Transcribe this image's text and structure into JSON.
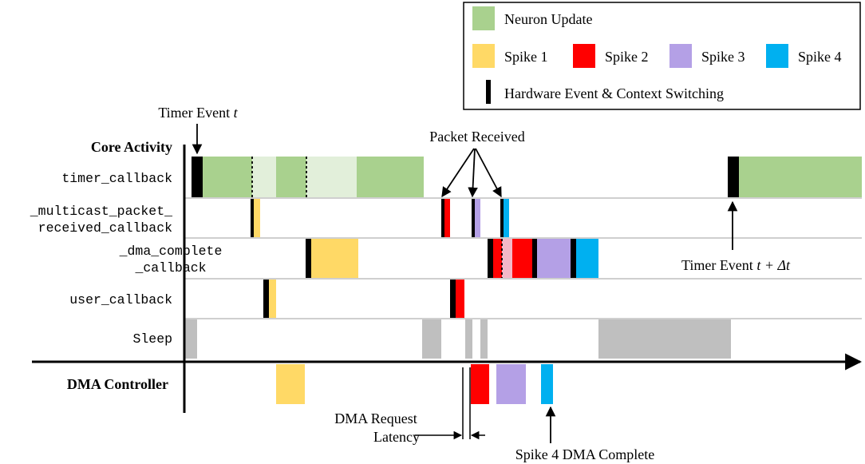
{
  "legend": {
    "neuron_update": "Neuron Update",
    "spike1": "Spike 1",
    "spike2": "Spike 2",
    "spike3": "Spike 3",
    "spike4": "Spike 4",
    "hw_event": "Hardware Event & Context Switching"
  },
  "colors": {
    "neuron_update": "#a9d18e",
    "neuron_update_light": "#e2efda",
    "spike1": "#ffd966",
    "spike2": "#ff0000",
    "spike2_light": "#f4b8c8",
    "spike3": "#b4a0e6",
    "spike4": "#00b0f0",
    "hw_event": "#000000",
    "sleep": "#bfbfbf",
    "lane_line": "#bfbfbf"
  },
  "labels": {
    "timer_event_t_text": "Timer Event",
    "timer_event_t_var": "t",
    "core_activity": "Core Activity",
    "dma_controller": "DMA Controller",
    "packet_received": "Packet Received",
    "timer_event_dt_text": "Timer Event",
    "timer_event_dt_var": "t + Δt",
    "dma_request_line1": "DMA Request",
    "dma_request_line2": "Latency",
    "spike4_dma_complete": "Spike 4 DMA Complete"
  },
  "lanes": [
    {
      "id": "timer",
      "lines": [
        "timer_callback"
      ]
    },
    {
      "id": "multicast",
      "lines": [
        "_multicast_packet_",
        "received_callback"
      ]
    },
    {
      "id": "dma",
      "lines": [
        "_dma_complete",
        "_callback"
      ]
    },
    {
      "id": "user",
      "lines": [
        "user_callback"
      ]
    },
    {
      "id": "sleep",
      "lines": [
        "Sleep"
      ]
    }
  ]
}
